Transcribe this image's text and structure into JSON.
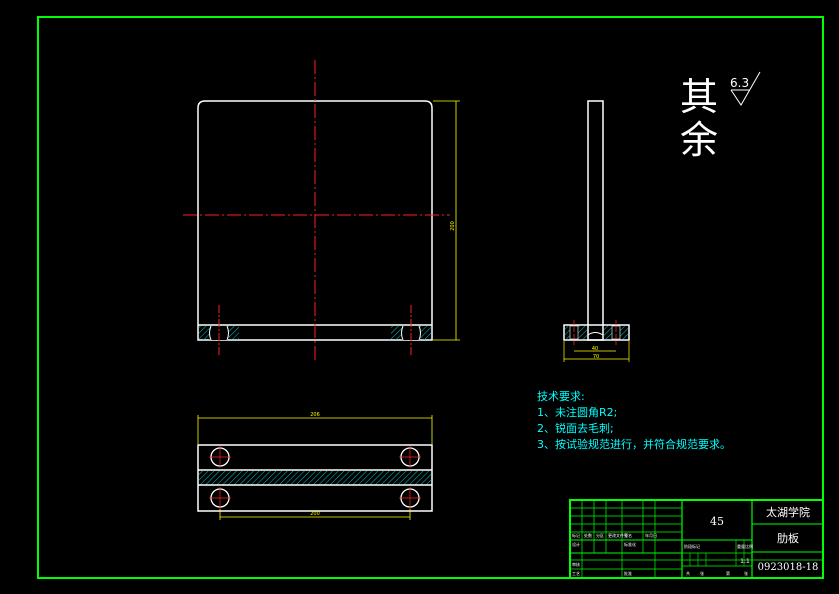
{
  "colors": {
    "background": "#000000",
    "border": "#00ff00",
    "outline": "#ffffff",
    "centerline": "#ff2020",
    "dimension": "#ffff00",
    "hatch": "#00c8c8",
    "notes": "#00ffff",
    "title_text": "#ffffff"
  },
  "roughness": {
    "label": "其余",
    "value": "6.3"
  },
  "dimensions": {
    "front_height": "200",
    "top_width_overall": "206",
    "top_width_holes": "200",
    "side_inner": "40",
    "side_outer": "70"
  },
  "notes": {
    "title": "技术要求:",
    "items": [
      "1、未注圆角R2;",
      "2、锐面去毛刺;",
      "3、按试验规范进行，并符合规范要求。"
    ]
  },
  "title_block": {
    "material": "45",
    "school": "太湖学院",
    "part_name": "肋板",
    "drawing_no": "0923018-18",
    "scale": "1:1"
  }
}
